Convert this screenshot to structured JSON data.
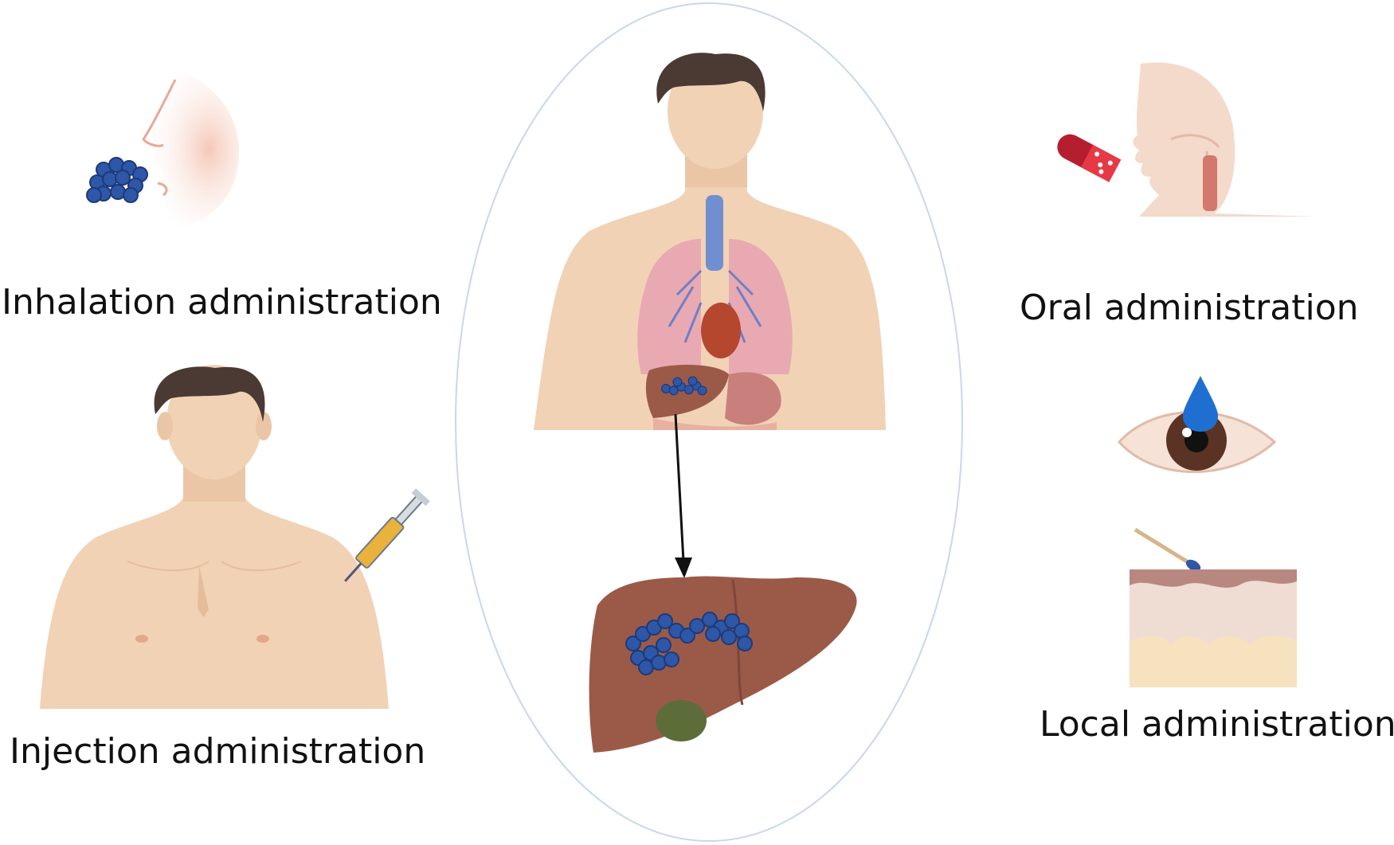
{
  "labels": {
    "inhalation": "Inhalation administration",
    "injection": "Injection administration",
    "oral": "Oral administration",
    "local": "Local administration"
  },
  "colors": {
    "skin": "#f1d2b5",
    "skin_shadow": "#e6bd9a",
    "hair": "#4b3a33",
    "nanoparticle": "#2f57a8",
    "liver": "#9b5a48",
    "ellipse": "#c9d6f2"
  },
  "icons": [
    "nose-profile-icon",
    "nanoparticle-cluster-icon",
    "torso-organs-icon",
    "liver-icon",
    "head-profile-icon",
    "capsule-icon",
    "eye-icon",
    "eyedrop-icon",
    "skin-layer-icon",
    "applicator-icon",
    "syringe-icon",
    "man-torso-icon"
  ]
}
